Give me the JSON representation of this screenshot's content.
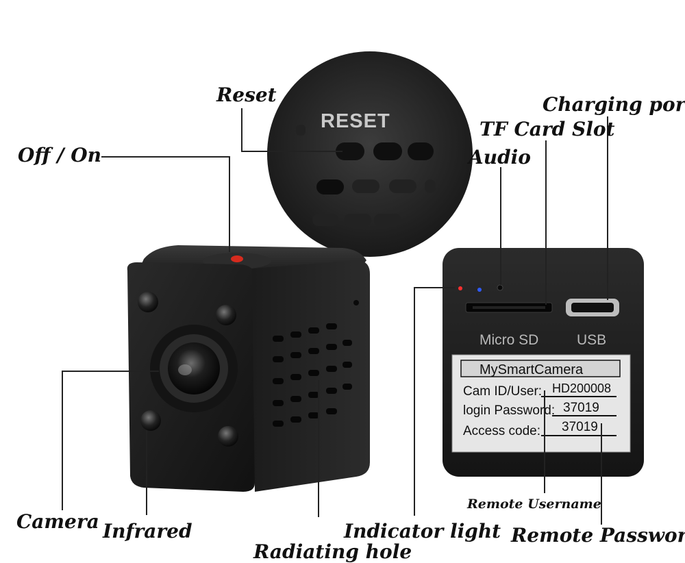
{
  "labels": {
    "reset": "Reset",
    "off_on": "Off / On",
    "charging_port": "Charging port",
    "tf_card_slot": "TF Card Slot",
    "audio": "Audio",
    "camera": "Camera",
    "infrared": "Infrared",
    "radiating_hole": "Radiating hole",
    "indicator_light": "Indicator light",
    "remote_username": "Remote Username",
    "remote_password": "Remote Password"
  },
  "device_back": {
    "reset_button_text": "RESET",
    "micro_sd_text": "Micro  SD",
    "usb_text": "USB"
  },
  "sticker": {
    "brand": "MySmartCamera",
    "cam_id_label": "Cam ID/User:",
    "cam_id_value": "HD200008",
    "login_password_label": "login Password:",
    "login_password_value": "37019",
    "access_code_label": "Access code:",
    "access_code_value": "37019"
  },
  "colors": {
    "device_body": "#1a1a1a",
    "power_button": "#d62b1e",
    "indicator_red": "#ff3030",
    "indicator_blue": "#2f5bff"
  }
}
